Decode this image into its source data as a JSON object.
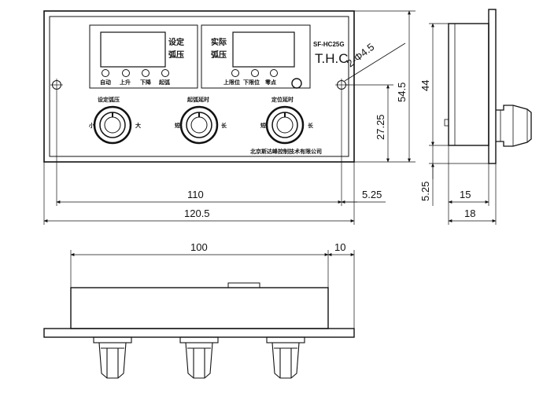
{
  "drawing": {
    "front": {
      "display_left_label_1": "设定",
      "display_left_label_2": "弧压",
      "display_right_label_1": "实际",
      "display_right_label_2": "弧压",
      "model": "SF-HC25G",
      "brand": "T.H.C",
      "buttons_left": [
        "自动",
        "上升",
        "下降",
        "起弧"
      ],
      "buttons_right": [
        "上限位",
        "下限位",
        "零点"
      ],
      "knobs": [
        {
          "title": "设定弧压",
          "left": "小",
          "right": "大"
        },
        {
          "title": "起弧延时",
          "left": "短",
          "right": "长"
        },
        {
          "title": "定位延时",
          "left": "短",
          "right": "长"
        }
      ],
      "company": "北京斯达峰控制技术有限公司",
      "hole_note": "2-Φ4.5"
    },
    "dimensions": {
      "width_inner": "110",
      "width_total": "120.5",
      "edge_offset": "5.25",
      "height_total": "54.5",
      "height_half": "27.25",
      "side_height": "44",
      "side_bottom": "5.25",
      "side_depth": "15",
      "side_total": "18",
      "bottom_length": "100",
      "bottom_end": "10"
    }
  }
}
